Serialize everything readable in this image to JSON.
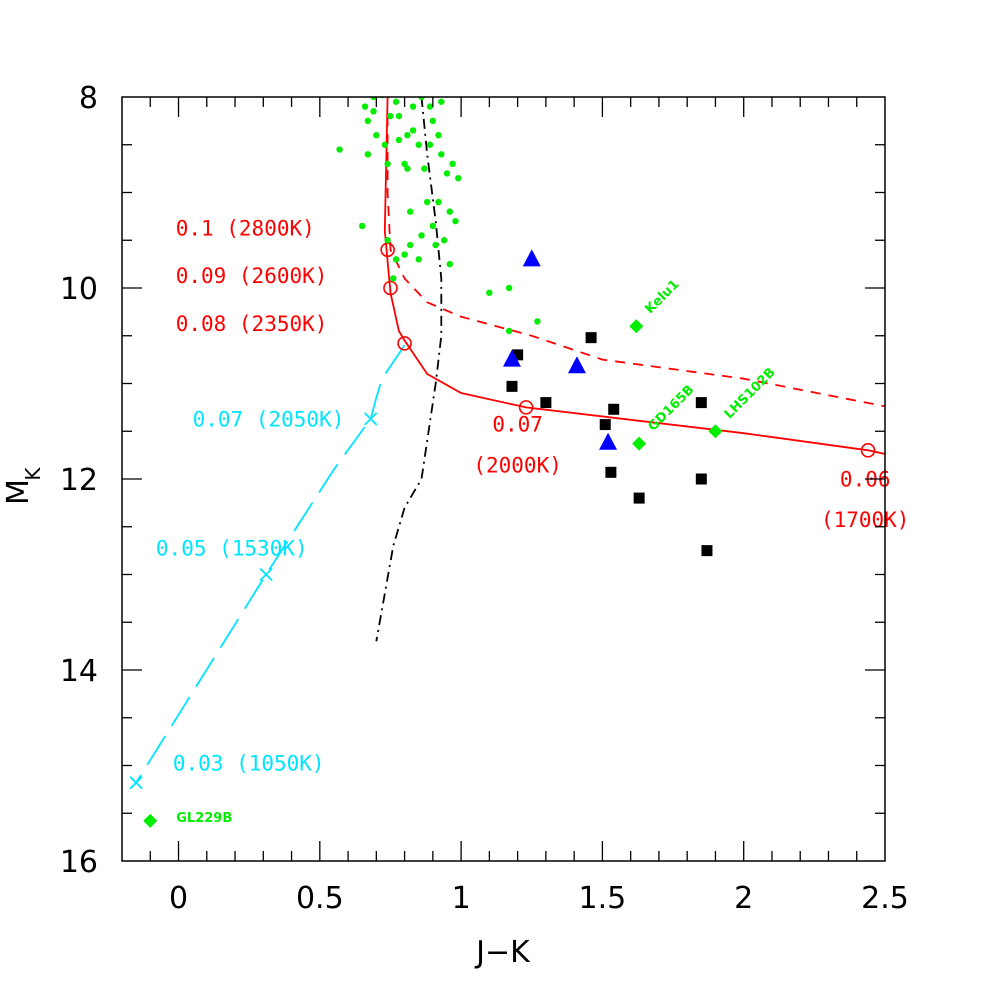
{
  "chart_data": {
    "type": "scatter",
    "xlabel": "J−K",
    "ylabel_main": "M",
    "ylabel_sub": "K",
    "xlim": [
      -0.2,
      2.5
    ],
    "ylim": [
      16,
      8
    ],
    "y_inverted": true,
    "grid": false,
    "x_ticks": [
      0,
      0.5,
      1,
      1.5,
      2,
      2.5
    ],
    "x_tick_labels": [
      "0",
      "0.5",
      "1",
      "1.5",
      "2",
      "2.5"
    ],
    "y_ticks": [
      8,
      10,
      12,
      14,
      16
    ],
    "y_tick_labels": [
      "8",
      "10",
      "12",
      "14",
      "16"
    ],
    "colors": {
      "red_track": "#ff0000",
      "cyan_track": "#00e5ff",
      "black_track": "#000000",
      "green_points": "#00ee00",
      "blue_triangles": "#0000ff",
      "black_squares": "#000000"
    },
    "series": [
      {
        "id": "red_solid",
        "style": "solid",
        "color": "#ff0000",
        "points": [
          [
            0.74,
            8.0
          ],
          [
            0.73,
            9.4
          ],
          [
            0.75,
            10.05
          ],
          [
            0.78,
            10.45
          ],
          [
            0.8,
            10.55
          ],
          [
            0.88,
            10.9
          ],
          [
            1.0,
            11.1
          ],
          [
            1.23,
            11.25
          ],
          [
            1.6,
            11.38
          ],
          [
            2.0,
            11.52
          ],
          [
            2.44,
            11.7
          ],
          [
            2.52,
            11.75
          ]
        ]
      },
      {
        "id": "red_dashed",
        "style": "dashed",
        "color": "#ff0000",
        "points": [
          [
            0.74,
            8.2
          ],
          [
            0.74,
            9.0
          ],
          [
            0.75,
            9.6
          ],
          [
            0.8,
            9.9
          ],
          [
            0.88,
            10.15
          ],
          [
            1.0,
            10.3
          ],
          [
            1.25,
            10.5
          ],
          [
            1.5,
            10.75
          ],
          [
            2.0,
            10.95
          ],
          [
            2.52,
            11.25
          ]
        ]
      },
      {
        "id": "cyan_long_dash",
        "style": "long-dash",
        "color": "#00e5ff",
        "points": [
          [
            0.8,
            10.6
          ],
          [
            0.72,
            10.95
          ],
          [
            0.7,
            11.15
          ],
          [
            0.68,
            11.37
          ],
          [
            0.55,
            11.9
          ],
          [
            0.31,
            13.0
          ],
          [
            -0.15,
            15.18
          ]
        ]
      },
      {
        "id": "black_dashdot",
        "style": "dash-dot",
        "color": "#000000",
        "points": [
          [
            0.86,
            8.0
          ],
          [
            0.88,
            8.6
          ],
          [
            0.91,
            9.3
          ],
          [
            0.93,
            9.9
          ],
          [
            0.93,
            10.5
          ],
          [
            0.91,
            11.0
          ],
          [
            0.88,
            11.6
          ],
          [
            0.86,
            12.0
          ],
          [
            0.8,
            12.3
          ],
          [
            0.76,
            12.7
          ],
          [
            0.73,
            13.2
          ],
          [
            0.7,
            13.7
          ]
        ]
      }
    ],
    "red_markers": [
      [
        0.74,
        9.6
      ],
      [
        0.75,
        10.0
      ],
      [
        0.8,
        10.58
      ],
      [
        1.23,
        11.25
      ],
      [
        2.44,
        11.7
      ]
    ],
    "cyan_markers": [
      [
        0.68,
        11.37
      ],
      [
        0.31,
        13.0
      ],
      [
        -0.15,
        15.18
      ]
    ],
    "green_dots": [
      [
        0.57,
        8.55
      ],
      [
        0.65,
        9.35
      ],
      [
        0.66,
        8.1
      ],
      [
        0.67,
        8.25
      ],
      [
        0.67,
        8.6
      ],
      [
        0.69,
        8.15
      ],
      [
        0.69,
        8.0
      ],
      [
        0.7,
        8.4
      ],
      [
        0.72,
        7.98
      ],
      [
        0.73,
        8.5
      ],
      [
        0.74,
        8.7
      ],
      [
        0.74,
        9.5
      ],
      [
        0.75,
        8.2
      ],
      [
        0.76,
        9.9
      ],
      [
        0.77,
        9.7
      ],
      [
        0.77,
        8.05
      ],
      [
        0.78,
        8.45
      ],
      [
        0.78,
        8.2
      ],
      [
        0.8,
        8.7
      ],
      [
        0.8,
        9.65
      ],
      [
        0.81,
        8.4
      ],
      [
        0.81,
        8.75
      ],
      [
        0.82,
        9.2
      ],
      [
        0.82,
        9.55
      ],
      [
        0.83,
        8.1
      ],
      [
        0.83,
        8.35
      ],
      [
        0.85,
        8.5
      ],
      [
        0.85,
        9.7
      ],
      [
        0.86,
        8.0
      ],
      [
        0.86,
        9.45
      ],
      [
        0.87,
        8.75
      ],
      [
        0.88,
        9.1
      ],
      [
        0.89,
        8.1
      ],
      [
        0.89,
        8.5
      ],
      [
        0.9,
        9.35
      ],
      [
        0.9,
        8.25
      ],
      [
        0.91,
        9.55
      ],
      [
        0.92,
        8.4
      ],
      [
        0.92,
        9.1
      ],
      [
        0.93,
        8.6
      ],
      [
        0.93,
        8.05
      ],
      [
        0.94,
        9.5
      ],
      [
        0.95,
        8.8
      ],
      [
        0.96,
        9.75
      ],
      [
        0.96,
        9.2
      ],
      [
        0.97,
        8.7
      ],
      [
        0.98,
        9.3
      ],
      [
        0.99,
        8.85
      ],
      [
        1.1,
        10.05
      ],
      [
        1.17,
        10.0
      ],
      [
        1.17,
        10.45
      ],
      [
        1.27,
        10.35
      ]
    ],
    "blue_triangles": [
      [
        1.25,
        9.7
      ],
      [
        1.18,
        10.75
      ],
      [
        1.41,
        10.82
      ],
      [
        1.52,
        11.62
      ]
    ],
    "black_squares": [
      [
        1.46,
        10.52
      ],
      [
        1.18,
        11.03
      ],
      [
        1.2,
        10.7
      ],
      [
        1.3,
        11.2
      ],
      [
        1.54,
        11.27
      ],
      [
        1.51,
        11.43
      ],
      [
        1.53,
        11.93
      ],
      [
        1.63,
        12.2
      ],
      [
        1.85,
        11.2
      ],
      [
        1.85,
        12.0
      ],
      [
        1.87,
        12.75
      ]
    ],
    "green_diamonds": [
      {
        "label": "Kelu1",
        "x": 1.62,
        "y": 10.4
      },
      {
        "label": "GD165B",
        "x": 1.63,
        "y": 11.63
      },
      {
        "label": "LHS102B",
        "x": 1.9,
        "y": 11.5
      },
      {
        "label": "GL229B",
        "x": -0.1,
        "y": 15.58
      }
    ],
    "annotations": {
      "red": [
        {
          "text": "0.1  (2800K)",
          "x": -0.01,
          "y": 9.45,
          "anchor": "start"
        },
        {
          "text": "0.09  (2600K)",
          "x": -0.01,
          "y": 9.95,
          "anchor": "start"
        },
        {
          "text": "0.08  (2350K)",
          "x": -0.01,
          "y": 10.45,
          "anchor": "start"
        },
        {
          "text": "0.07",
          "x": 1.2,
          "y": 11.5,
          "anchor": "middle"
        },
        {
          "text": "(2000K)",
          "x": 1.2,
          "y": 11.93,
          "anchor": "middle"
        },
        {
          "text": "0.06",
          "x": 2.43,
          "y": 12.08,
          "anchor": "middle"
        },
        {
          "text": "(1700K)",
          "x": 2.43,
          "y": 12.5,
          "anchor": "middle"
        }
      ],
      "cyan": [
        {
          "text": "0.07  (2050K)",
          "x": 0.05,
          "y": 11.45,
          "anchor": "start"
        },
        {
          "text": "0.05  (1530K)",
          "x": -0.08,
          "y": 12.8,
          "anchor": "start"
        },
        {
          "text": "0.03  (1050K)",
          "x": -0.02,
          "y": 15.05,
          "anchor": "start"
        }
      ]
    }
  }
}
